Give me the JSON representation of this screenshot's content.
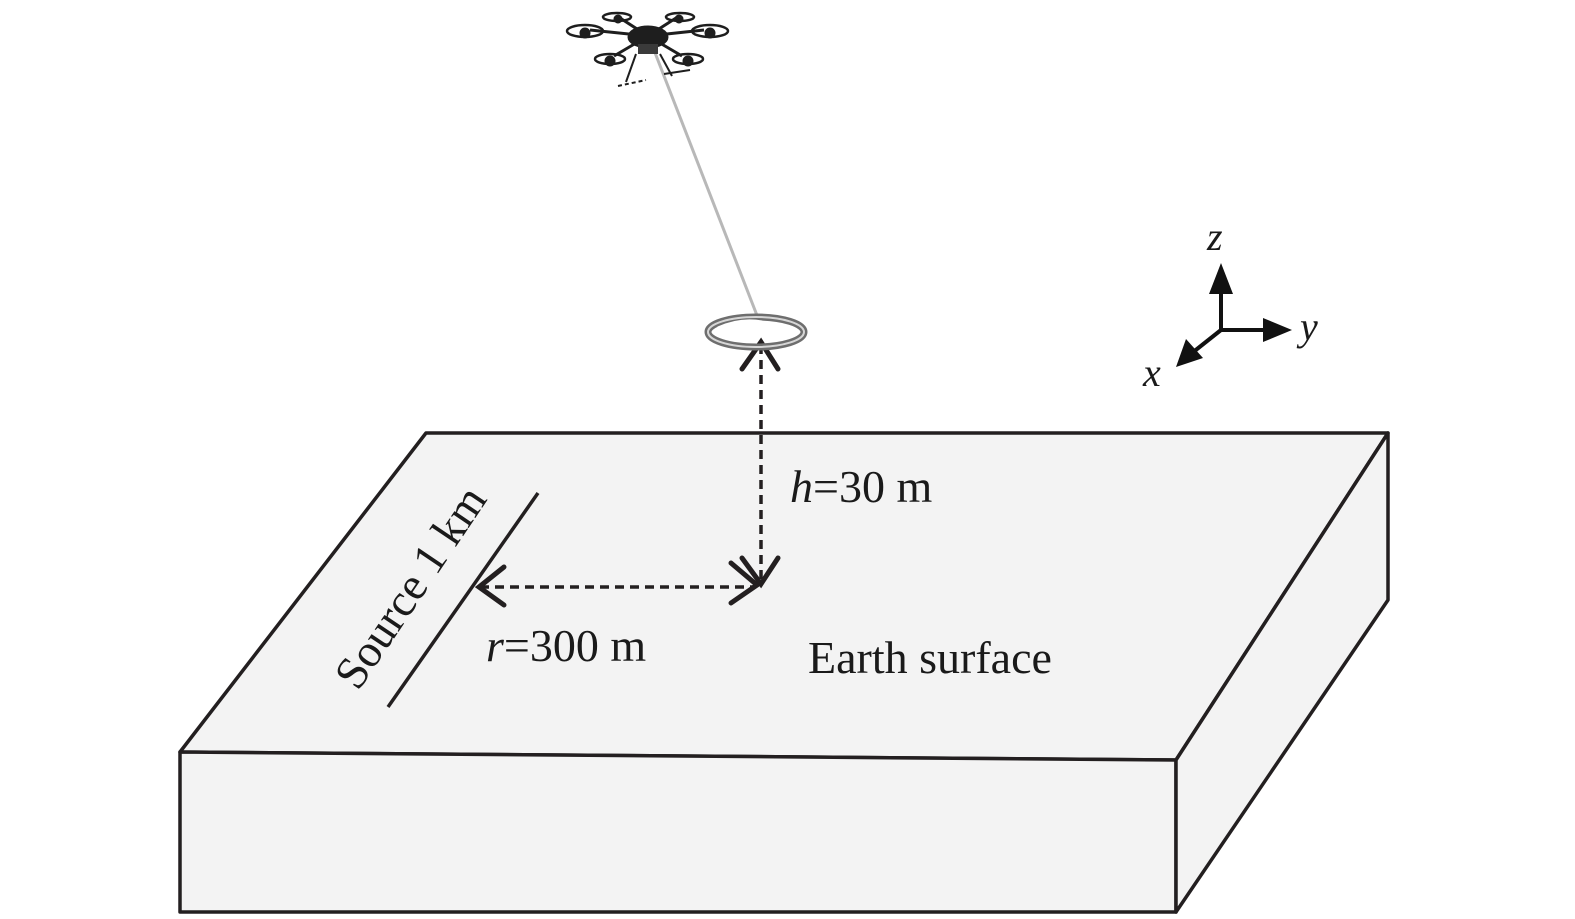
{
  "labels": {
    "height_var": "h",
    "height_val": "=30 m",
    "radius_var": "r",
    "radius_val": "=300 m",
    "source": "Source 1 km",
    "surface": "Earth surface"
  },
  "axes": {
    "z": "z",
    "y": "y",
    "x": "x"
  },
  "colors": {
    "outline": "#231f20",
    "block_fill": "#f3f3f3",
    "tether": "#b8b8b8",
    "drone": "#1e1e1e",
    "coil": "#6e6e6e"
  },
  "icons": {
    "drone": "hexacopter-drone-icon",
    "coil": "receiver-coil-icon"
  }
}
